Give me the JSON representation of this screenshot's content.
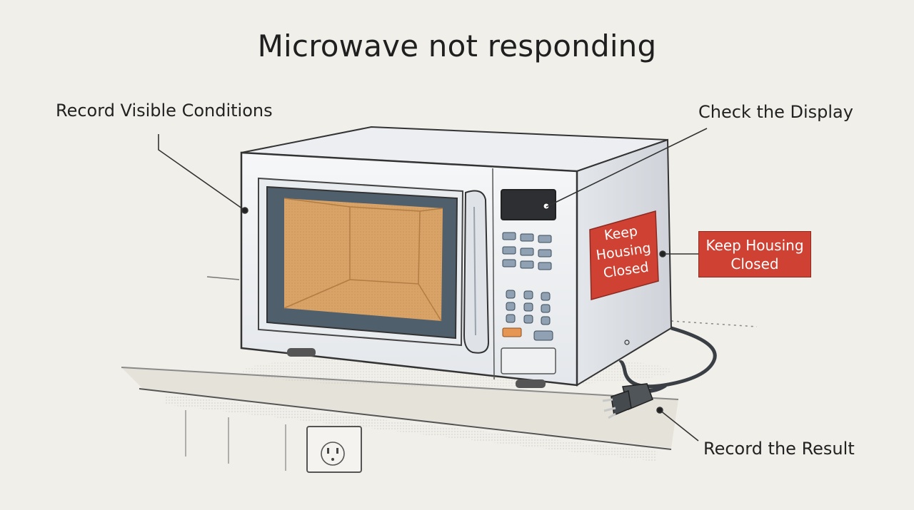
{
  "title": "Microwave not responding",
  "callouts": {
    "record_visible_conditions": "Record Visible Conditions",
    "check_the_display": "Check the Display",
    "record_the_result": "Record the Result",
    "keep_housing_closed": [
      "Keep Housing",
      "Closed"
    ]
  },
  "sticker": {
    "lines": [
      "Keep",
      "Housing",
      "Closed"
    ]
  },
  "colors": {
    "background": "#f1efe9",
    "warning_red": "#cf4133",
    "window_amber": "#d9a266",
    "ink": "#2a2a2a"
  }
}
